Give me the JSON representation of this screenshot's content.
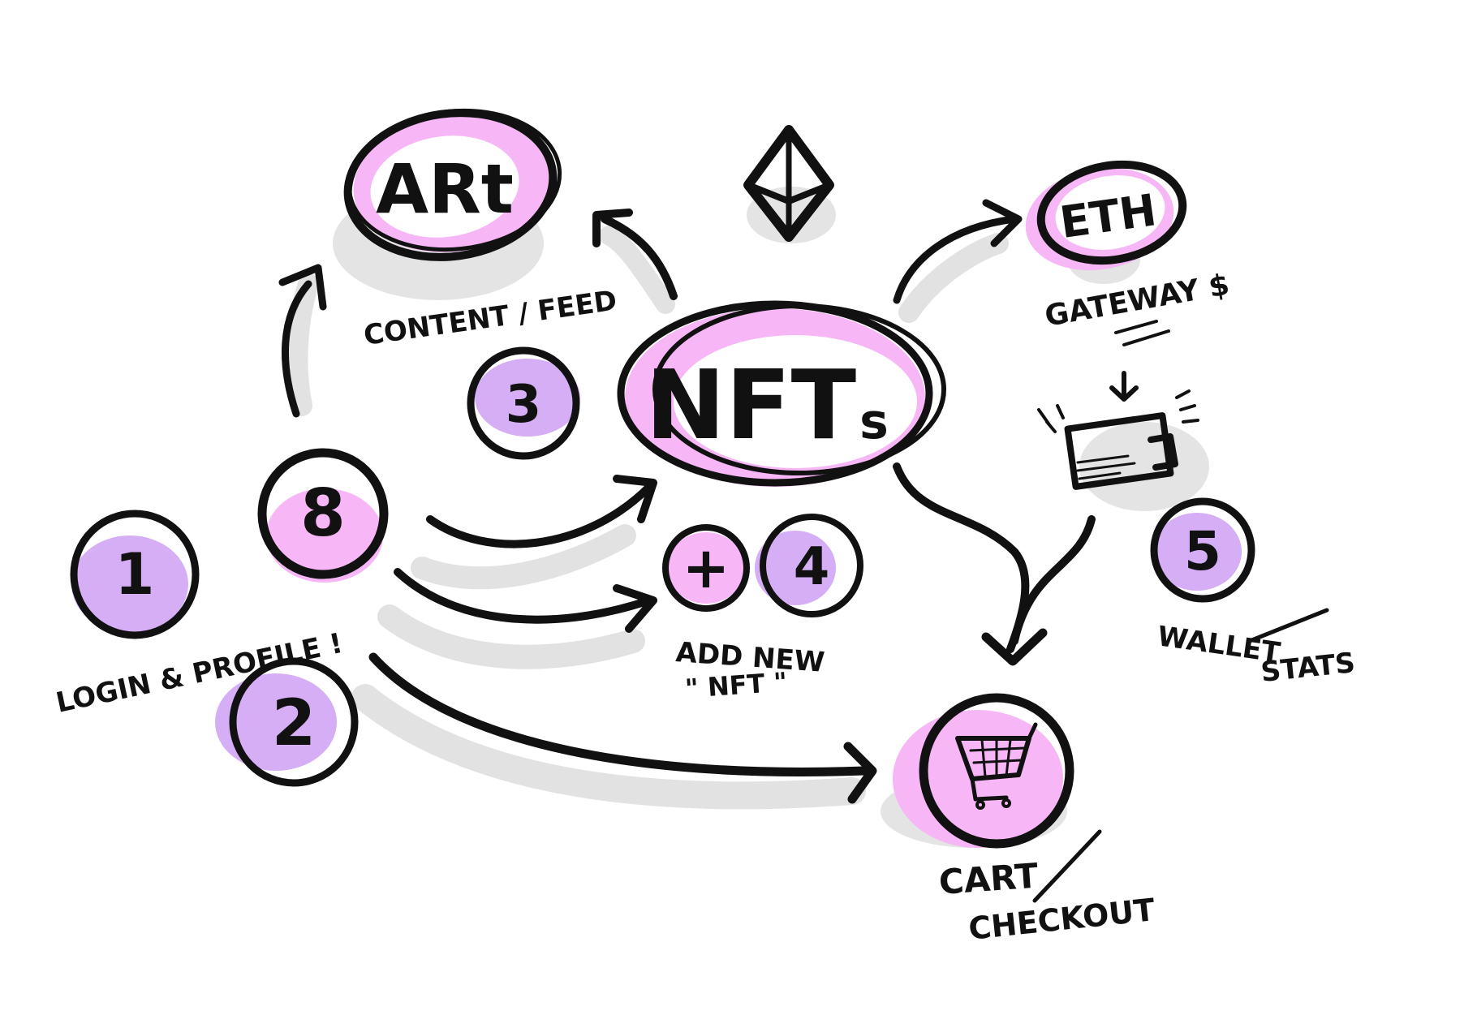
{
  "diagram": {
    "colors": {
      "ink": "#111111",
      "pink": "#f7b6f5",
      "lavender": "#d5aef5",
      "shadow": "#e4e4e4",
      "background": "#ffffff"
    },
    "nodes": {
      "art": {
        "label": "ARt",
        "caption": "CONTENT / FEED"
      },
      "ethereum": {
        "icon": "ethereum-logo-icon"
      },
      "eth": {
        "label": "ETH",
        "caption": "GATEWAY $"
      },
      "nfts": {
        "label": "NFT",
        "label_suffix": "s"
      },
      "wallet": {
        "icon": "wallet-icon"
      },
      "step_3": {
        "label": "3"
      },
      "step_8": {
        "label": "8"
      },
      "step_1": {
        "label": "1",
        "caption": "LOGIN & PROFILE !"
      },
      "step_2": {
        "label": "2"
      },
      "step_plus": {
        "label": "+"
      },
      "step_4": {
        "label": "4",
        "caption_line1": "ADD NEW",
        "caption_line2": "\" NFT \""
      },
      "step_5": {
        "label": "5",
        "caption_line1": "WALLET",
        "caption_line2": "STATS"
      },
      "cart": {
        "icon": "shopping-cart-icon",
        "caption_line1": "CART",
        "caption_line2": "CHECKOUT"
      }
    }
  }
}
